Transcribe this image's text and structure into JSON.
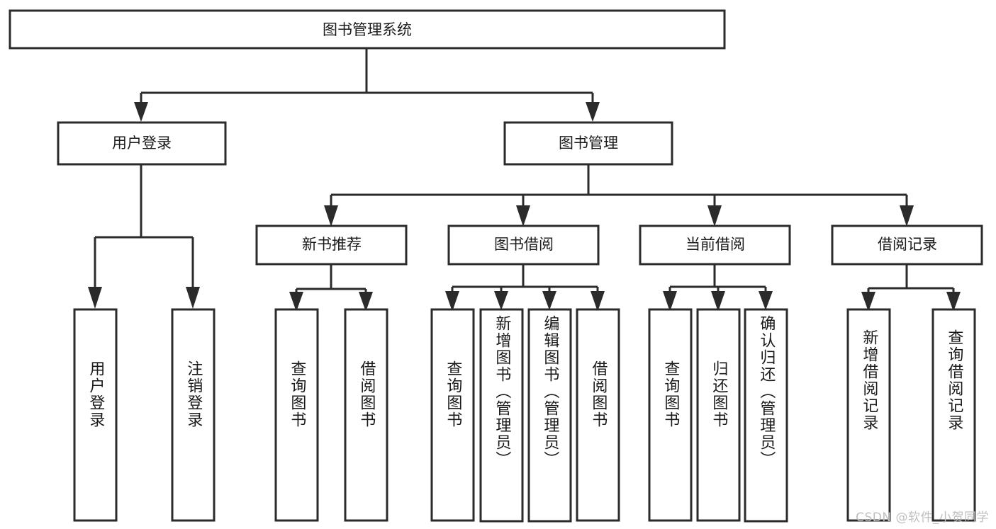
{
  "diagram": {
    "type": "tree",
    "title_node": {
      "id": "root",
      "label": "图书管理系统"
    },
    "level1": [
      {
        "id": "user-login",
        "label": "用户登录"
      },
      {
        "id": "book-manage",
        "label": "图书管理"
      }
    ],
    "level2": [
      {
        "id": "new-book-rec",
        "label": "新书推荐",
        "parent": "book-manage"
      },
      {
        "id": "book-borrow",
        "label": "图书借阅",
        "parent": "book-manage"
      },
      {
        "id": "current-borrow",
        "label": "当前借阅",
        "parent": "book-manage"
      },
      {
        "id": "borrow-record",
        "label": "借阅记录",
        "parent": "book-manage"
      }
    ],
    "leaves": [
      {
        "id": "leaf-user-login",
        "label": "用户登录",
        "parent": "user-login",
        "tall": false
      },
      {
        "id": "leaf-user-logout",
        "label": "注销登录",
        "parent": "user-login",
        "tall": false
      },
      {
        "id": "leaf-query-book-1",
        "label": "查询图书",
        "parent": "new-book-rec",
        "tall": false
      },
      {
        "id": "leaf-borrow-book-1",
        "label": "借阅图书",
        "parent": "new-book-rec",
        "tall": false
      },
      {
        "id": "leaf-query-book-2",
        "label": "查询图书",
        "parent": "book-borrow",
        "tall": false
      },
      {
        "id": "leaf-add-book",
        "label": "新增图书（管理员）",
        "parent": "book-borrow",
        "tall": true
      },
      {
        "id": "leaf-edit-book",
        "label": "编辑图书（管理员）",
        "parent": "book-borrow",
        "tall": true
      },
      {
        "id": "leaf-borrow-book-2",
        "label": "借阅图书",
        "parent": "book-borrow",
        "tall": false
      },
      {
        "id": "leaf-query-book-3",
        "label": "查询图书",
        "parent": "current-borrow",
        "tall": false
      },
      {
        "id": "leaf-return-book",
        "label": "归还图书",
        "parent": "current-borrow",
        "tall": false
      },
      {
        "id": "leaf-confirm-return",
        "label": "确认归还（管理员）",
        "parent": "current-borrow",
        "tall": true
      },
      {
        "id": "leaf-add-record",
        "label": "新增借阅记录",
        "parent": "borrow-record",
        "tall": false
      },
      {
        "id": "leaf-query-record",
        "label": "查询借阅记录",
        "parent": "borrow-record",
        "tall": false
      }
    ],
    "colors": {
      "stroke": "#2b2b2b",
      "fill": "#ffffff",
      "text": "#1a1a1a",
      "watermark": "#bfbfbf"
    }
  },
  "watermark": {
    "text": "CSDN @软件_小贺同学"
  }
}
